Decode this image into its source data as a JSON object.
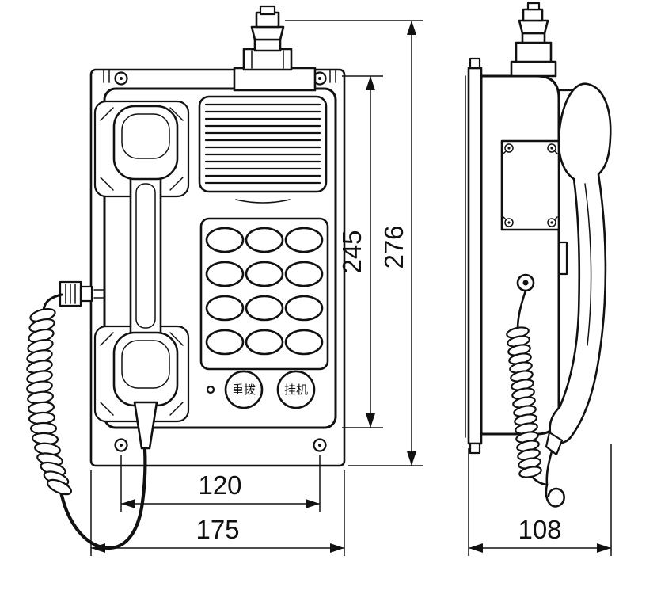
{
  "drawing": {
    "type": "technical-dimension-drawing",
    "subject": "wall-mounted industrial telephone, front and side views",
    "colors": {
      "line": "#111111",
      "background": "#ffffff"
    },
    "dimensions": {
      "front_inner_height": "245",
      "front_overall_height": "276",
      "mounting_hole_spacing": "120",
      "front_overall_width": "175",
      "side_depth": "108"
    },
    "buttons": {
      "redial": "重拨",
      "hangup": "挂机"
    }
  }
}
